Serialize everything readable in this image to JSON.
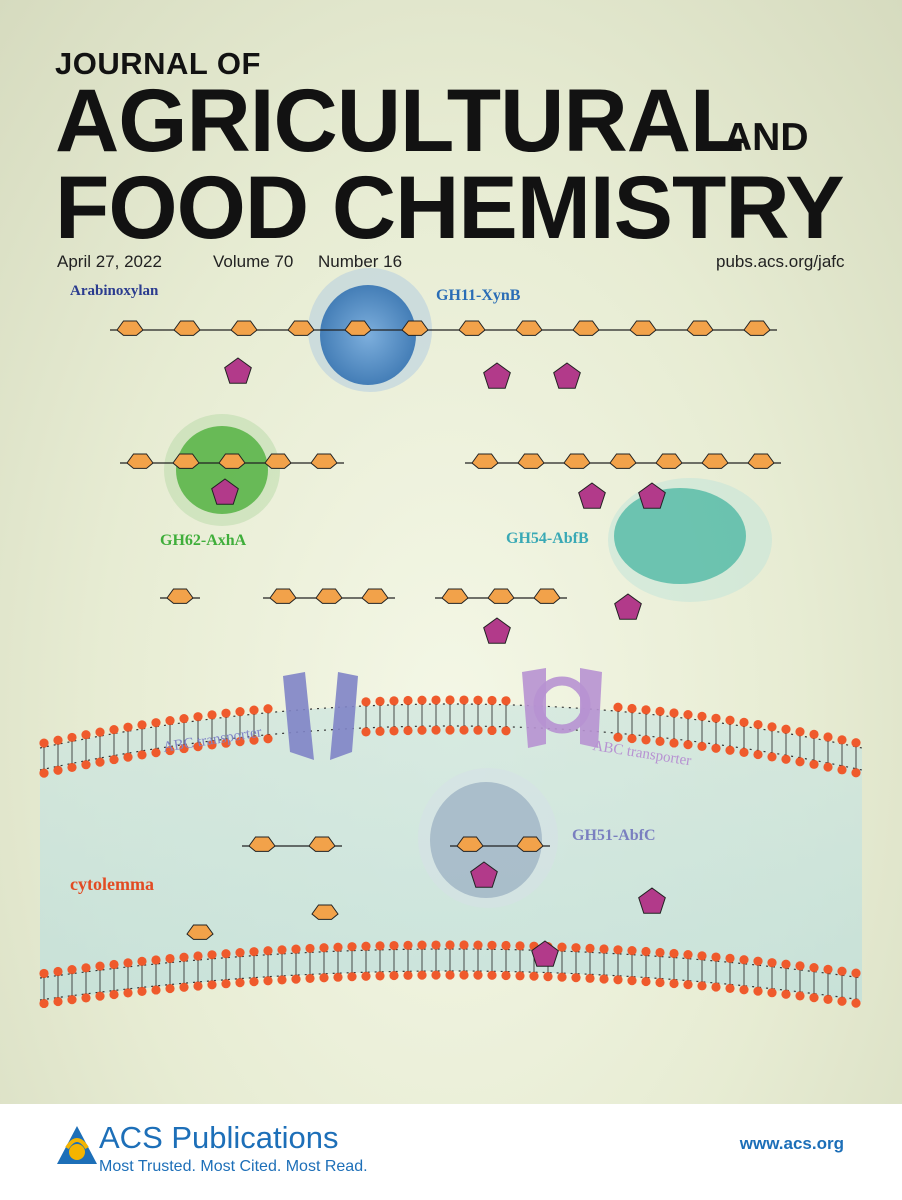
{
  "masthead": {
    "journal_of": "JOURNAL OF",
    "line1": "AGRICULTURAL",
    "and": "AND",
    "line2": "FOOD CHEMISTRY"
  },
  "issue": {
    "date": "April 27, 2022",
    "volume": "Volume 70",
    "number": "Number 16",
    "url": "pubs.acs.org/jafc"
  },
  "labels": {
    "arabinoxylan": "Arabinoxylan",
    "gh11": "GH11-XynB",
    "gh62": "GH62-AxhA",
    "gh54": "GH54-AbfB",
    "abc_left": "ABC transporter",
    "abc_right": "ABC transporter",
    "gh51": "GH51-AbfC",
    "cytolemma": "cytolemma"
  },
  "colors": {
    "arabinoxylan": "#2b3c8f",
    "gh11": "#2a6db6",
    "gh62": "#3fae3a",
    "gh54": "#39a9b5",
    "abc_left": "#8084c6",
    "abc_right": "#b792d2",
    "gh51": "#7a7fc0",
    "cytolemma": "#e24b23",
    "xylose": "#f2a24a",
    "arabinose": "#b23a8a",
    "lipid_head": "#ef5a2c"
  },
  "footer": {
    "brand": "ACS Publications",
    "tagline": "Most Trusted. Most Cited. Most Read.",
    "url": "www.acs.org"
  },
  "icons": [
    "acs-logo-icon"
  ]
}
